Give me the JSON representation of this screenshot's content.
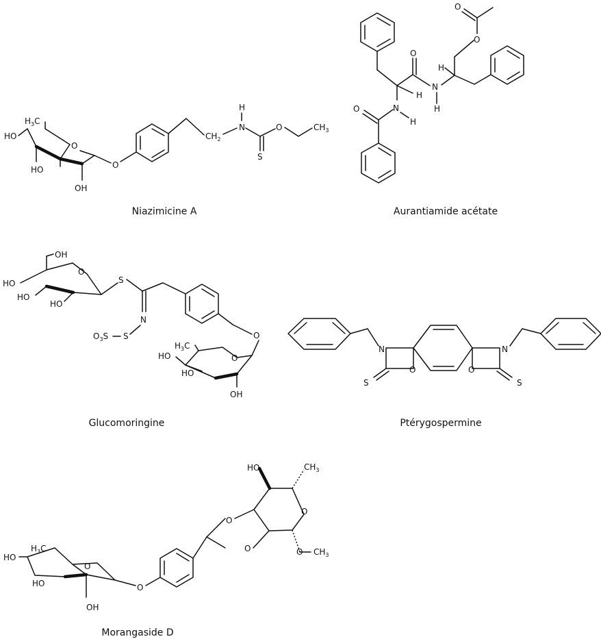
{
  "compounds": [
    {
      "name": "Niazimicine A"
    },
    {
      "name": "Aurantiamide acétate"
    },
    {
      "name": "Glucomoringine"
    },
    {
      "name": "Ptérygospermine"
    },
    {
      "name": "Morangaside D"
    }
  ],
  "atoms": {
    "O": "O",
    "N": "N",
    "S": "S",
    "H": "H",
    "HO": "HO",
    "OH": "OH",
    "C": "C",
    "CH": "CH",
    "H3C": "H",
    "O3S": "O"
  },
  "subs": {
    "two": "2",
    "three": "3"
  }
}
